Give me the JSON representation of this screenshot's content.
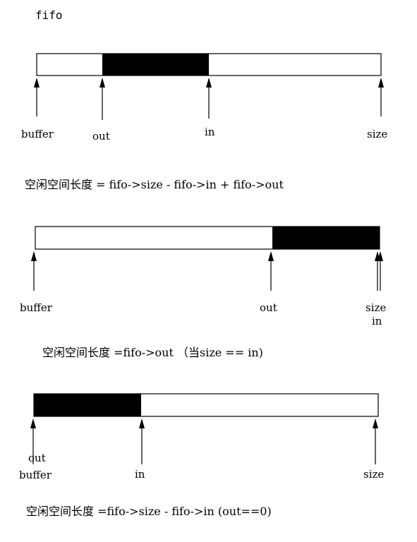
{
  "title": "fifo",
  "diagrams": [
    {
      "labels": {
        "buffer": "buffer",
        "out": "out",
        "in": "in",
        "size": "size"
      },
      "formula": "空闲空间长度 = fifo->size - fifo->in + fifo->out"
    },
    {
      "labels": {
        "buffer": "buffer",
        "out": "out",
        "size": "size",
        "in": "in"
      },
      "formula": "空闲空间长度 =fifo->out （当size == in)"
    },
    {
      "labels": {
        "out": "out",
        "buffer": "buffer",
        "in": "in",
        "size": "size"
      },
      "formula": "空闲空间长度 =fifo->size - fifo->in (out==0)"
    }
  ],
  "colors": {
    "filled": "#000000",
    "empty": "#ffffff",
    "stroke": "#000000"
  }
}
